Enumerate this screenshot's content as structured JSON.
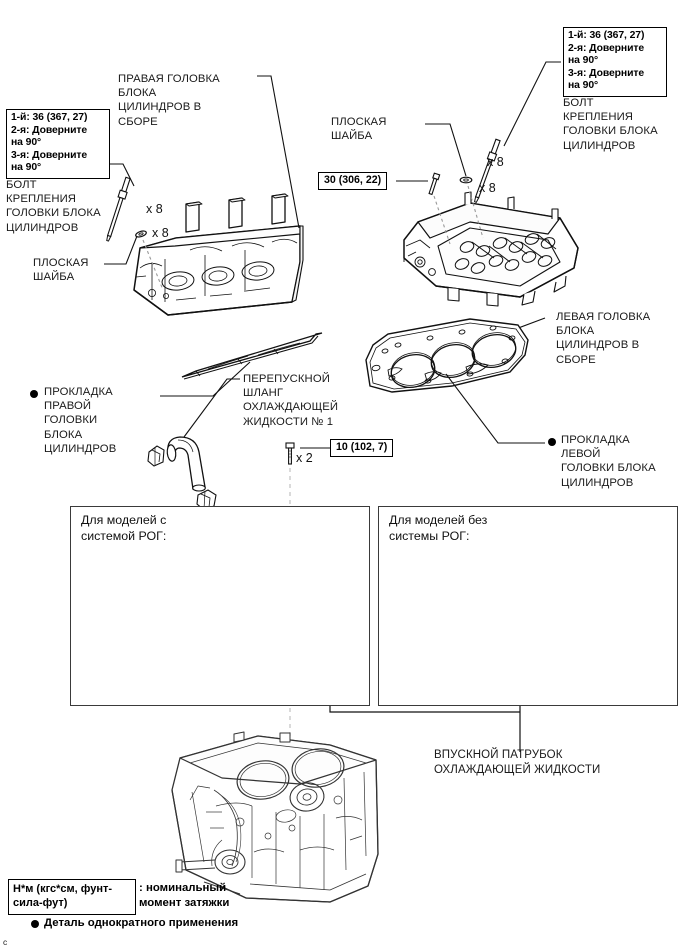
{
  "document": {
    "type": "service-manual-exploded-diagram",
    "subject": "Cylinder head assembly",
    "corner_mark": "c"
  },
  "torque_specs": {
    "right_head_bolt": {
      "text": "1-й: 36 (367, 27)\n2-я: Доверните\nна 90°\n3-я: Доверните\nна 90°",
      "stage1_nm": 36,
      "stage1_kgfcm": 367,
      "stage1_ftlbf": 27,
      "stage2": "Доверните на 90°",
      "stage3": "Доверните на 90°"
    },
    "left_head_bolt": {
      "text": "1-й: 36 (367, 27)\n2-я: Доверните\nна 90°\n3-я: Доверните\nна 90°"
    },
    "bolt_30": {
      "text": "30 (306, 22)",
      "nm": 30,
      "kgfcm": 306,
      "ftlbf": 22
    },
    "bolt_10": {
      "text": "10 (102, 7)",
      "nm": 10,
      "kgfcm": 102,
      "ftlbf": 7
    }
  },
  "callouts": {
    "right_head_assy": "ПРАВАЯ ГОЛОВКА\nБЛОКА\nЦИЛИНДРОВ В\nСБОРЕ",
    "left_head_assy": "ЛЕВАЯ ГОЛОВКА\nБЛОКА\nЦИЛИНДРОВ В\nСБОРЕ",
    "head_bolt_left_title": "БОЛТ\nКРЕПЛЕНИЯ\nГОЛОВКИ БЛОКА\nЦИЛИНДРОВ",
    "head_bolt_right_title": "БОЛТ\nКРЕПЛЕНИЯ\nГОЛОВКИ БЛОКА\nЦИЛИНДРОВ",
    "plain_washer_left": "ПЛОСКАЯ\nШАЙБА",
    "plain_washer_right": "ПЛОСКАЯ\nШАЙБА",
    "right_head_gasket": "ПРОКЛАДКА\nПРАВОЙ\nГОЛОВКИ\nБЛОКА\nЦИЛИНДРОВ",
    "left_head_gasket": "ПРОКЛАДКА\nЛЕВОЙ\nГОЛОВКИ БЛОКА\nЦИЛИНДРОВ",
    "bypass_hose": "ПЕРЕПУСКНОЙ\nШЛАНГ\nОХЛАЖДАЮЩЕЙ\nЖИДКОСТИ № 1",
    "coolant_inlet_pipe": "ВПУСКНОЙ ПАТРУБОК\nОХЛАЖДАЮЩЕЙ ЖИДКОСТИ"
  },
  "quantities": {
    "bolt_left_x8": "х 8",
    "washer_left_x8": "х 8",
    "bolt_right_x8": "х 8",
    "washer_right_x8": "х 8",
    "bolt_x2": "х 2"
  },
  "panels": [
    {
      "id": "with-egr",
      "title": "Для моделей с\nсистемой РОГ:"
    },
    {
      "id": "without-egr",
      "title": "Для моделей без\nсистемы РОГ:"
    }
  ],
  "legend": {
    "unit_box": "Н*м (кгс*см, фунт-\nсила-фут)",
    "unit_desc": ": номинальный\nмомент затяжки",
    "single_use": "Деталь однократного применения"
  },
  "colors": {
    "line": "#1a1a1a",
    "panel_border": "#3a3a3a",
    "background": "#ffffff",
    "dashed": "#bdbdbd"
  }
}
